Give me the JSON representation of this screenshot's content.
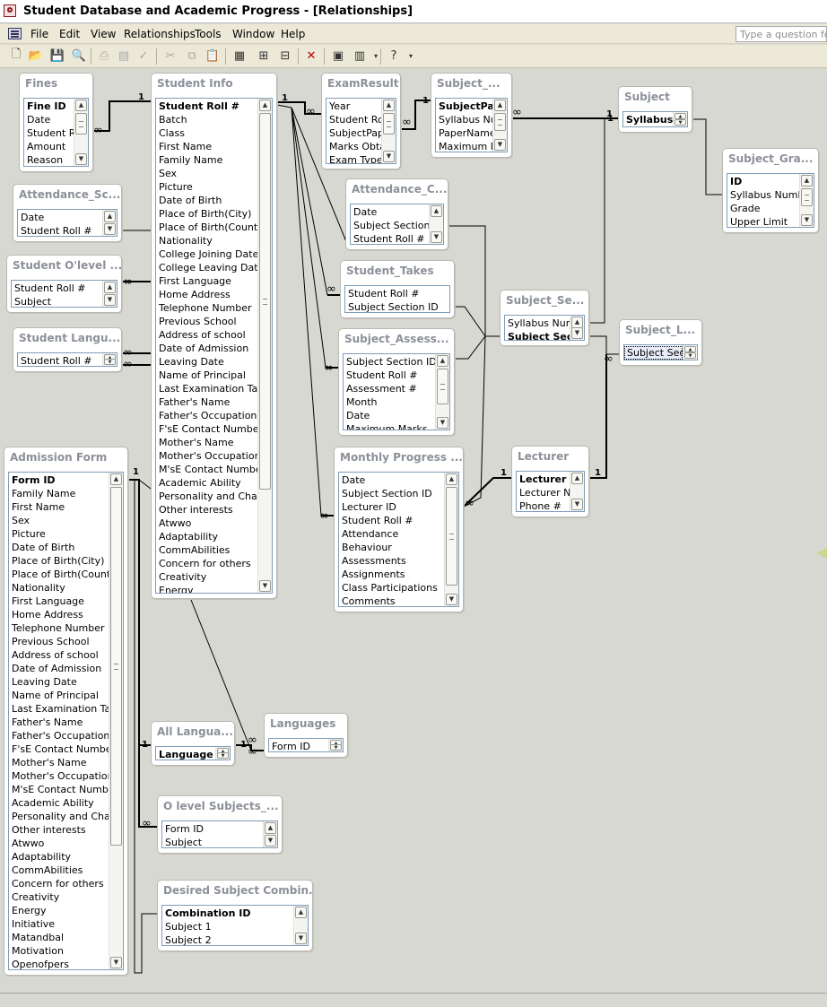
{
  "window": {
    "title": "Student Database and Academic Progress - [Relationships]"
  },
  "menu": {
    "items": [
      "File",
      "Edit",
      "View",
      "Relationships",
      "Tools",
      "Window",
      "Help"
    ],
    "help_placeholder": "Type a question for"
  },
  "toolbar": {
    "icons": [
      "new-icon",
      "open-icon",
      "save-icon",
      "preview-icon",
      "print-icon",
      "print-preview-icon",
      "spelling-icon",
      "cut-icon",
      "copy-icon",
      "paste-icon",
      "show-table-icon",
      "show-direct-icon",
      "show-all-icon",
      "delete-icon",
      "properties-icon",
      "new-object-icon",
      "help-icon"
    ]
  },
  "tables": {
    "fines": {
      "title": "Fines",
      "fields": [
        "Fine ID",
        "Date",
        "Student Rc",
        "Amount",
        "Reason"
      ]
    },
    "attendance_sc": {
      "title": "Attendance_Sc...",
      "fields": [
        "Date",
        "Student Roll #"
      ]
    },
    "student_olevel": {
      "title": "Student O'level ...",
      "fields": [
        "Student Roll #",
        "Subject"
      ]
    },
    "student_langu": {
      "title": "Student Langu...",
      "fields": [
        "Student Roll #"
      ]
    },
    "student_info": {
      "title": "Student Info",
      "fields": [
        "Student Roll #",
        "Batch",
        "Class",
        "First Name",
        "Family Name",
        "Sex",
        "Picture",
        "Date of Birth",
        "Place of Birth(City)",
        "Place of Birth(Country)",
        "Nationality",
        "College Joining Date",
        "College Leaving Date",
        "First Language",
        "Home Address",
        "Telephone Number",
        "Previous School",
        "Address of school",
        "Date of Admission",
        "Leaving Date",
        "Name of Principal",
        "Last Examination Taker",
        "Father's Name",
        "Father's Occupation",
        "F'sE Contact Number",
        "Mother's Name",
        "Mother's Occupation",
        "M'sE Contact Number",
        "Academic Ability",
        "Personality and Charac",
        "Other interests",
        "Atwwo",
        "Adaptability",
        "CommAbilities",
        "Concern for others",
        "Creativity",
        "Energy"
      ]
    },
    "exam_result": {
      "title": "ExamResult",
      "fields": [
        "Year",
        "Student Roll",
        "SubjectPaper",
        "Marks Obtain",
        "Exam Type"
      ]
    },
    "subject_paper": {
      "title": "Subject_...",
      "fields": [
        "SubjectPaper",
        "Syllabus Num",
        "PaperName",
        "Maximum Ma"
      ]
    },
    "subject": {
      "title": "Subject",
      "fields": [
        "Syllabus Nu"
      ]
    },
    "subject_grade": {
      "title": "Subject_Gra...",
      "fields": [
        "ID",
        "Syllabus Number",
        "Grade",
        "Upper Limit"
      ]
    },
    "attendance_c": {
      "title": "Attendance_C...",
      "fields": [
        "Date",
        "Subject Section ID",
        "Student Roll #"
      ]
    },
    "student_takes": {
      "title": "Student_Takes",
      "fields": [
        "Student Roll #",
        "Subject Section ID"
      ]
    },
    "subject_se": {
      "title": "Subject_Se...",
      "fields": [
        "Syllabus Numbe",
        "Subject Section"
      ]
    },
    "subject_l": {
      "title": "Subject_L...",
      "fields": [
        "Subject Sectio"
      ]
    },
    "subject_assess": {
      "title": "Subject_Assess...",
      "fields": [
        "Subject Section ID",
        "Student Roll #",
        "Assessment #",
        "Month",
        "Date",
        "Maximum Marks"
      ]
    },
    "monthly_progress": {
      "title": "Monthly Progress ...",
      "fields": [
        "Date",
        "Subject Section ID",
        "Lecturer ID",
        "Student Roll #",
        "Attendance",
        "Behaviour",
        "Assessments",
        "Assignments",
        "Class Participations",
        "Comments"
      ]
    },
    "lecturer": {
      "title": "Lecturer",
      "fields": [
        "Lecturer ID",
        "Lecturer Nam",
        "Phone #"
      ]
    },
    "admission_form": {
      "title": "Admission Form",
      "fields": [
        "Form ID",
        "Family Name",
        "First Name",
        "Sex",
        "Picture",
        "Date of Birth",
        "Place of Birth(City)",
        "Place of Birth(Country)",
        "Nationality",
        "First Language",
        "Home Address",
        "Telephone Number",
        "Previous School",
        "Address of school",
        "Date of Admission",
        "Leaving Date",
        "Name of Principal",
        "Last Examination Take",
        "Father's Name",
        "Father's Occupation",
        "F'sE Contact Number",
        "Mother's Name",
        "Mother's Occupation",
        "M'sE Contact Number",
        "Academic Ability",
        "Personality and Charac",
        "Other interests",
        "Atwwo",
        "Adaptability",
        "CommAbilities",
        "Concern for others",
        "Creativity",
        "Energy",
        "Initiative",
        "Matandbal",
        "Motivation",
        "Openofpers"
      ]
    },
    "all_langu": {
      "title": "All Langua...",
      "fields": [
        "Language ID"
      ]
    },
    "languages": {
      "title": "Languages",
      "fields": [
        "Form ID"
      ]
    },
    "olevel_subjects": {
      "title": "O level Subjects_...",
      "fields": [
        "Form ID",
        "Subject"
      ]
    },
    "desired_subject": {
      "title": "Desired Subject Combin...",
      "fields": [
        "Combination ID",
        "Subject 1",
        "Subject 2"
      ]
    }
  },
  "cardinality": {
    "one": "1",
    "many": "∞"
  }
}
